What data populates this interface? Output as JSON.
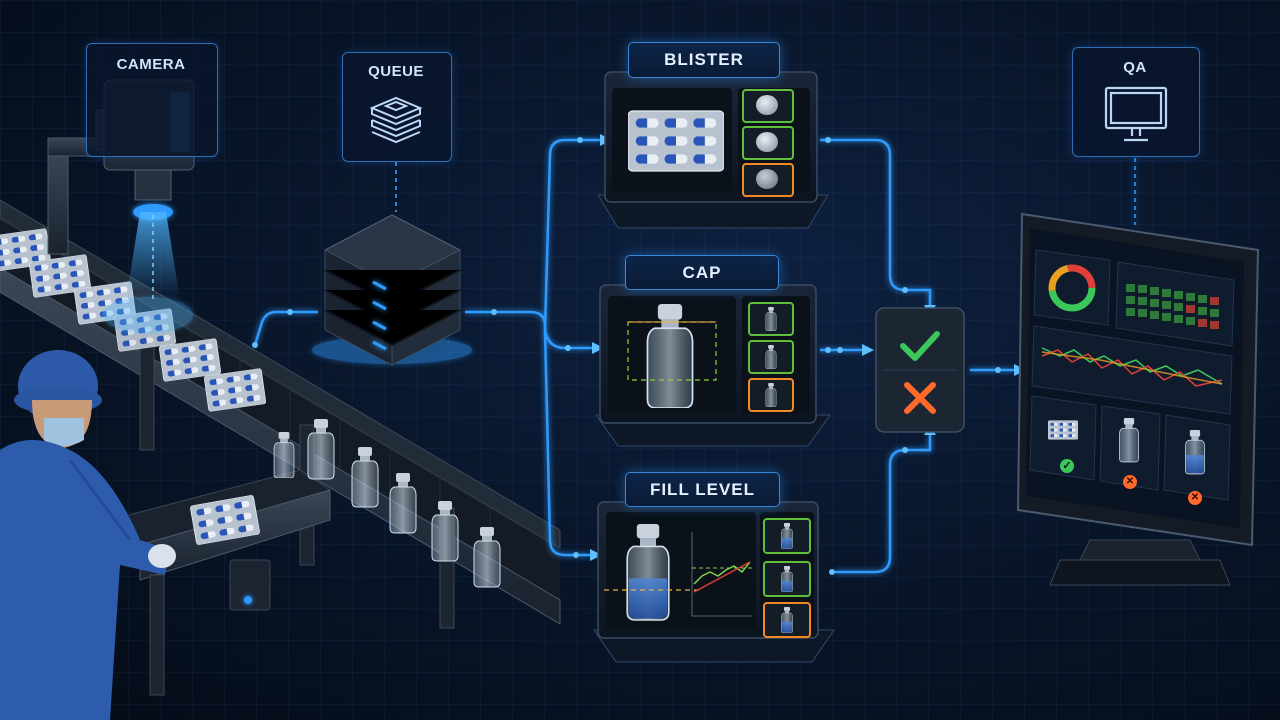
{
  "nodes": {
    "camera": {
      "label": "CAMERA",
      "icon": "camera-icon"
    },
    "queue": {
      "label": "QUEUE",
      "icon": "stack-icon"
    },
    "blister": {
      "label": "BLISTER"
    },
    "cap": {
      "label": "CAP"
    },
    "fill_level": {
      "label": "FILL LEVEL"
    },
    "qa": {
      "label": "QA",
      "icon": "monitor-icon"
    }
  },
  "decision": {
    "pass_icon": "check-icon",
    "fail_icon": "cross-icon"
  },
  "dashboard": {
    "results": [
      {
        "item": "blister-pack",
        "status": "pass"
      },
      {
        "item": "vial",
        "status": "fail"
      },
      {
        "item": "vial",
        "status": "fail"
      }
    ]
  },
  "colors": {
    "accent": "#2e9bff",
    "pass": "#3cc75a",
    "fail": "#ff6a2a",
    "ok_border": "#5fbf3a",
    "flag_border": "#f08a24"
  }
}
